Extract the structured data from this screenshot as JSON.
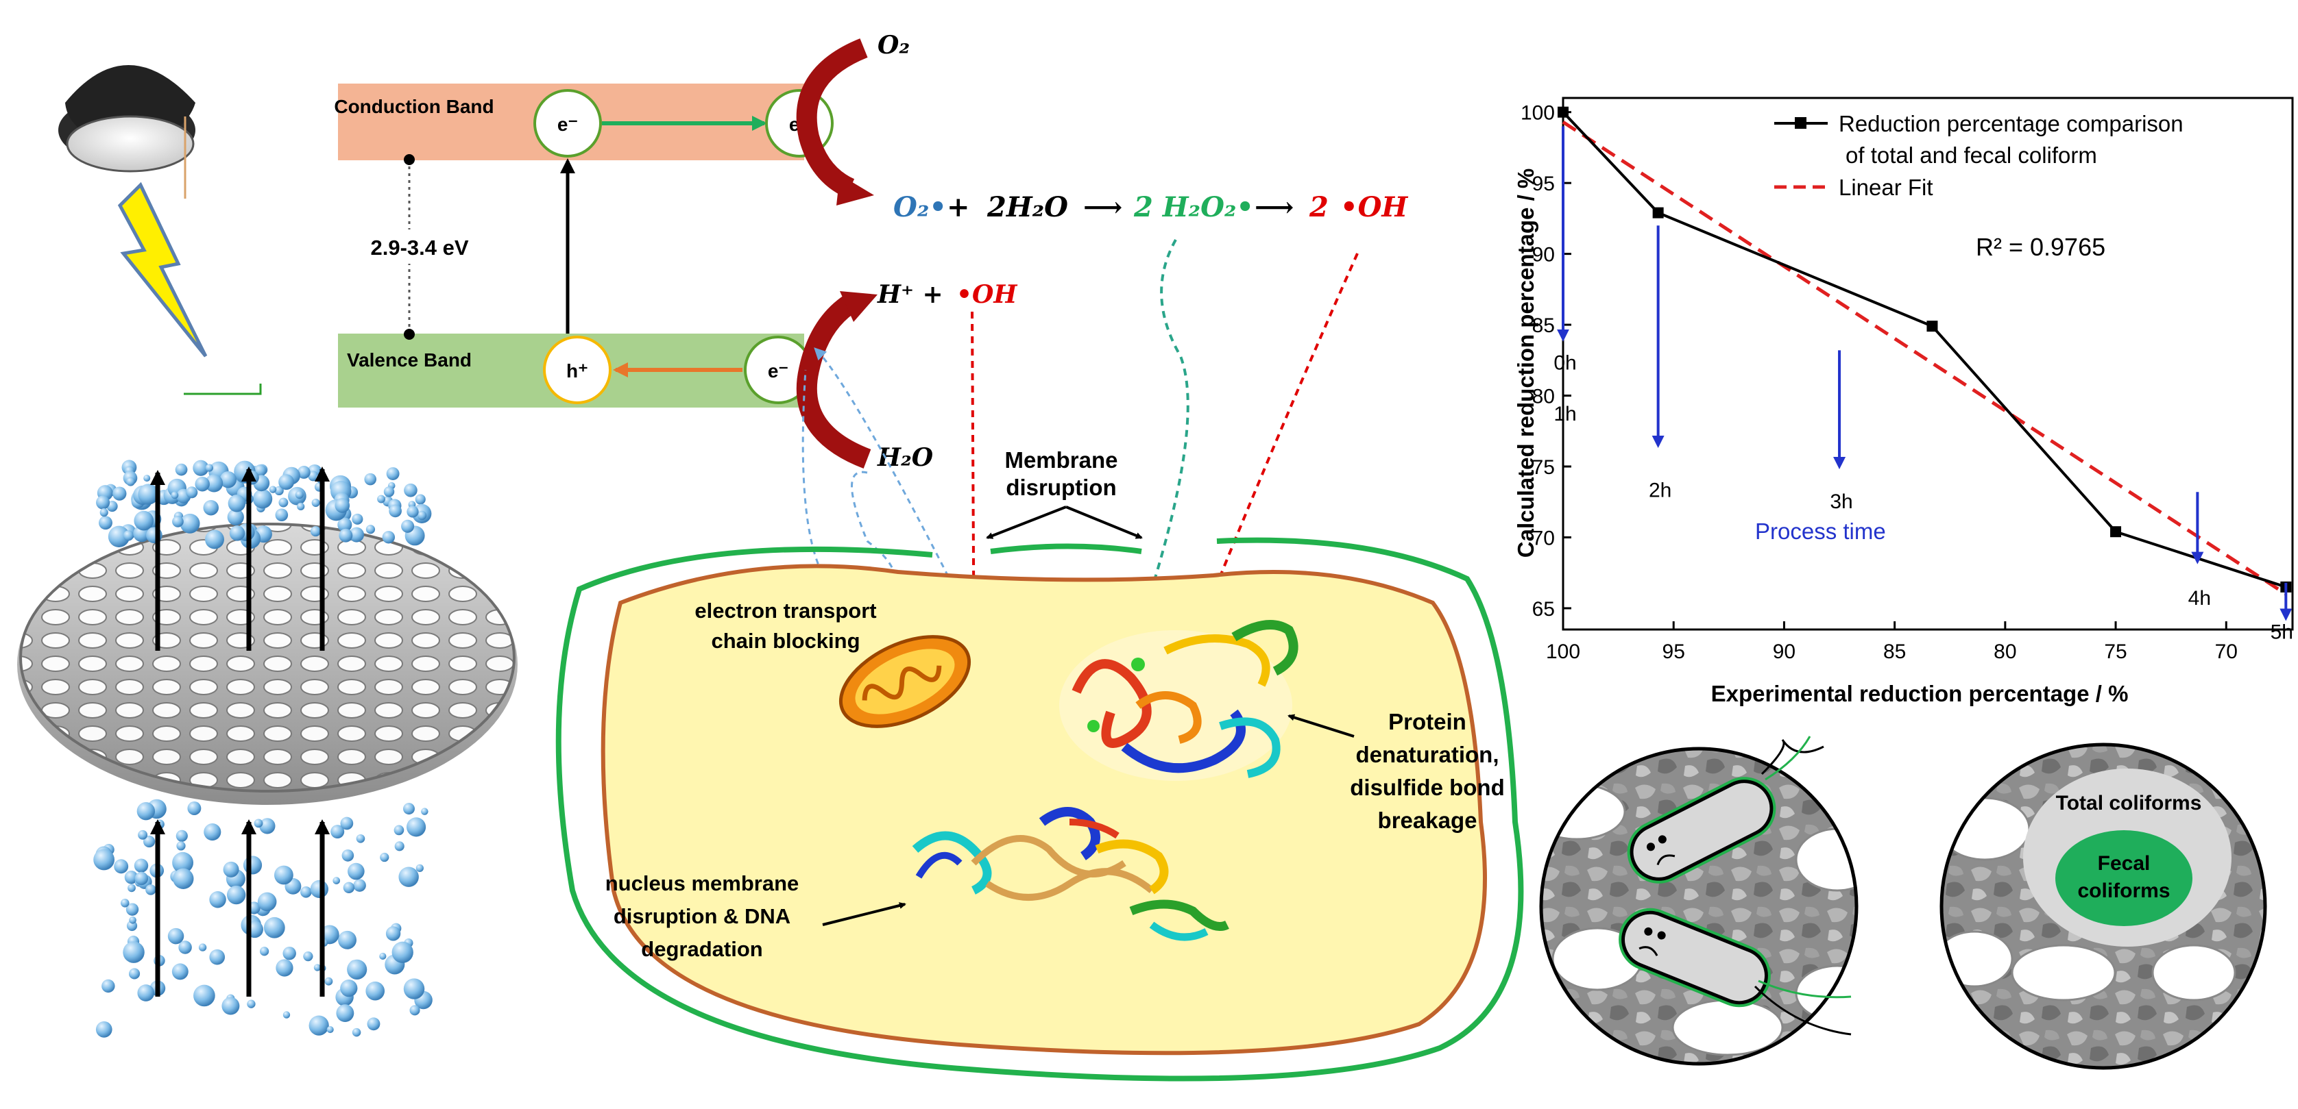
{
  "band_diagram": {
    "conduction_band": "Conduction Band",
    "valence_band": "Valence Band",
    "band_gap": "2.9-3.4 eV",
    "electron": "e⁻",
    "hole": "h⁺",
    "o2": "O₂",
    "reaction": {
      "superoxide": "O₂•",
      "plus": "+",
      "water_term": "2H₂O",
      "arrow": "⟶",
      "h2o2_term": "2 H₂O₂•",
      "oh_coef": "2",
      "oh_radical": "•OH"
    },
    "h_plus": "H⁺ +",
    "oh_left": "•OH",
    "h2o": "H₂O"
  },
  "cell": {
    "membrane_disruption": "Membrane disruption",
    "etc_blocking": "electron transport chain blocking",
    "protein_denaturation": "Protein denaturation, disulfide bond breakage",
    "nucleus_disruption": "nucleus membrane disruption & DNA degradation"
  },
  "colors": {
    "conduction_band_fill": "#f4b494",
    "valence_band_fill": "#a9d18e",
    "cell_outer": "#22b14c",
    "cell_inner": "#c0622c",
    "cytoplasm": "#fff6b0",
    "superoxide_blue": "#2e75b6",
    "h2o2_green": "#1fae5b",
    "radical_red": "#e00000",
    "dark_red_arrow": "#a01010",
    "chart_line": "#000000",
    "fit_line": "#e02020",
    "time_arrows": "#2233cc"
  },
  "chart_data": {
    "type": "line",
    "xlabel": "Experimental reduction percentage  / %",
    "ylabel": "Calculated  reduction percentage / %",
    "x_reversed": true,
    "xlim": [
      100,
      67
    ],
    "ylim": [
      63.5,
      101
    ],
    "xticks": [
      100,
      95,
      90,
      85,
      80,
      75,
      70
    ],
    "yticks": [
      65,
      70,
      75,
      80,
      85,
      90,
      95,
      100
    ],
    "series": [
      {
        "name": "Reduction percentage comparison of total and fecal coliform",
        "style": "black line with square markers",
        "x": [
          100,
          95.7,
          83.3,
          75.0,
          67.3
        ],
        "y": [
          100,
          92.9,
          84.9,
          70.4,
          66.5
        ]
      },
      {
        "name": "Linear Fit",
        "style": "red dashed",
        "x": [
          100,
          67.3
        ],
        "y": [
          99.3,
          66.0
        ]
      }
    ],
    "annotation": "R² = 0.9765",
    "process_time_label": "Process time",
    "time_markers": [
      {
        "label": "0h",
        "x": 100,
        "arrow_from": 99,
        "arrow_to": 84
      },
      {
        "label": "1h",
        "x": 100
      },
      {
        "label": "2h",
        "x": 95.7,
        "arrow_from": 92,
        "arrow_to": 76.5
      },
      {
        "label": "3h",
        "x": 87.5,
        "arrow_from": 83.2,
        "arrow_to": 75
      },
      {
        "label": "4h",
        "x": 71.3,
        "arrow_from": 73.2,
        "arrow_to": 68.3
      },
      {
        "label": "5h",
        "x": 67.3,
        "arrow_from": 66.8,
        "arrow_to": 64.3
      }
    ],
    "legend_position": "top-right"
  },
  "coliforms": {
    "total": "Total coliforms",
    "fecal": "Fecal coliforms"
  }
}
